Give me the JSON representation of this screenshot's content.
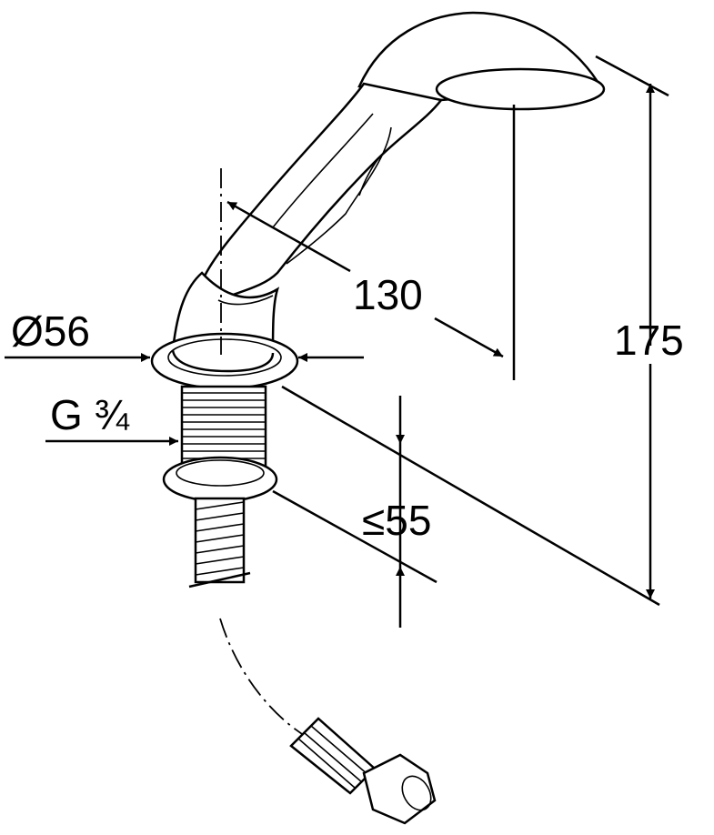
{
  "drawing": {
    "title": "Hand shower with deck-mounted holder - dimension drawing",
    "dimensions": {
      "diameter": "Ø56",
      "thread": "G ¾",
      "hose_length": "130",
      "height": "175",
      "max_deck_thickness": "≤55"
    },
    "colors": {
      "line": "#000000",
      "background": "#ffffff"
    }
  }
}
